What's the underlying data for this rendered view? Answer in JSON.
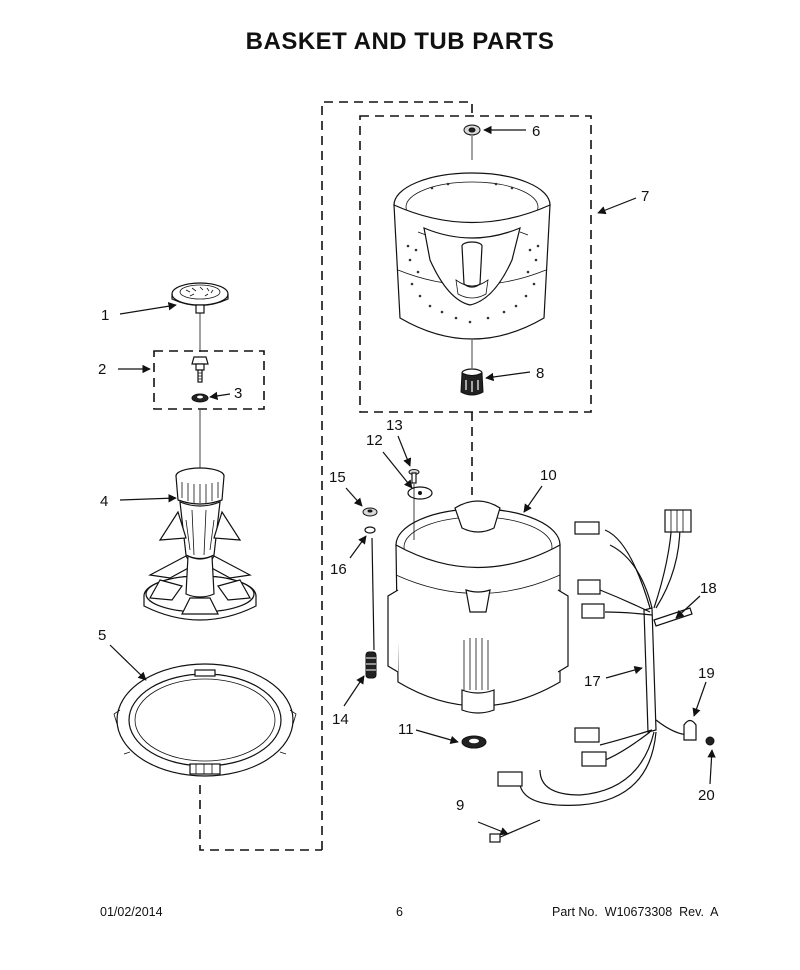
{
  "title": "BASKET AND TUB PARTS",
  "callouts": [
    {
      "id": "1",
      "label": "1"
    },
    {
      "id": "2",
      "label": "2"
    },
    {
      "id": "3",
      "label": "3"
    },
    {
      "id": "4",
      "label": "4"
    },
    {
      "id": "5",
      "label": "5"
    },
    {
      "id": "6",
      "label": "6"
    },
    {
      "id": "7",
      "label": "7"
    },
    {
      "id": "8",
      "label": "8"
    },
    {
      "id": "9",
      "label": "9"
    },
    {
      "id": "10",
      "label": "10"
    },
    {
      "id": "11",
      "label": "11"
    },
    {
      "id": "12",
      "label": "12"
    },
    {
      "id": "13",
      "label": "13"
    },
    {
      "id": "14",
      "label": "14"
    },
    {
      "id": "15",
      "label": "15"
    },
    {
      "id": "16",
      "label": "16"
    },
    {
      "id": "17",
      "label": "17"
    },
    {
      "id": "18",
      "label": "18"
    },
    {
      "id": "19",
      "label": "19"
    },
    {
      "id": "20",
      "label": "20"
    }
  ],
  "footer": {
    "date": "01/02/2014",
    "page": "6",
    "part": "Part No.  W10673308  Rev.  A"
  }
}
